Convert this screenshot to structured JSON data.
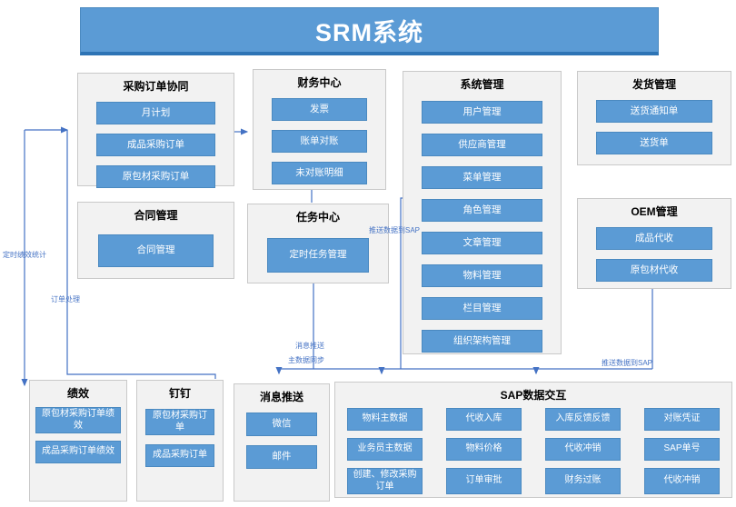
{
  "banner": {
    "title": "SRM系统"
  },
  "groups": {
    "purchase_order": {
      "title": "采购订单协同",
      "items": [
        "月计划",
        "成品采购订单",
        "原包材采购订单"
      ]
    },
    "finance": {
      "title": "财务中心",
      "items": [
        "发票",
        "账单对账",
        "未对账明细"
      ]
    },
    "system": {
      "title": "系统管理",
      "items": [
        "用户管理",
        "供应商管理",
        "菜单管理",
        "角色管理",
        "文章管理",
        "物料管理",
        "栏目管理",
        "组织架构管理"
      ]
    },
    "shipping": {
      "title": "发货管理",
      "items": [
        "送货通知单",
        "送货单"
      ]
    },
    "contract": {
      "title": "合同管理",
      "items": [
        "合同管理"
      ]
    },
    "task": {
      "title": "任务中心",
      "items": [
        "定时任务管理"
      ]
    },
    "oem": {
      "title": "OEM管理",
      "items": [
        "成品代收",
        "原包材代收"
      ]
    },
    "performance": {
      "title": "绩效",
      "items": [
        "原包材采购订单绩效",
        "成品采购订单绩效"
      ]
    },
    "dingtalk": {
      "title": "钉钉",
      "items": [
        "原包材采购订单",
        "成品采购订单"
      ]
    },
    "message_push": {
      "title": "消息推送",
      "items": [
        "微信",
        "邮件"
      ]
    }
  },
  "sap": {
    "title": "SAP数据交互",
    "grid": [
      [
        "物料主数据",
        "代收入库",
        "入库反馈反馈",
        "对账凭证"
      ],
      [
        "业务员主数据",
        "物料价格",
        "代收冲销",
        "SAP单号"
      ],
      [
        "创建、修改采购订单",
        "订单审批",
        "财务过账",
        "代收冲销"
      ]
    ]
  },
  "connector_labels": {
    "scheduled_perf": "定时绩效统计",
    "order_processing": "订单处理",
    "message_push": "消息推送",
    "master_data_sync": "主数据同步",
    "push_to_sap_left": "推送数据到SAP",
    "push_to_sap_right": "推送数据到SAP"
  },
  "colors": {
    "banner_blue": "#5b9bd5",
    "banner_border_blue": "#2e74b5",
    "node_blue": "#5b9bd5",
    "connector_blue": "#4472c4",
    "group_background": "#f2f2f2"
  }
}
